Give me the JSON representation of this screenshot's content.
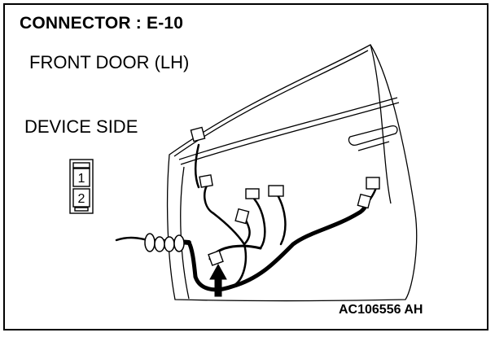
{
  "title": "CONNECTOR : E-10",
  "location": "FRONT DOOR (LH)",
  "view": "DEVICE SIDE",
  "connector_pins": [
    "1",
    "2"
  ],
  "figure_code": "AC106556 AH"
}
